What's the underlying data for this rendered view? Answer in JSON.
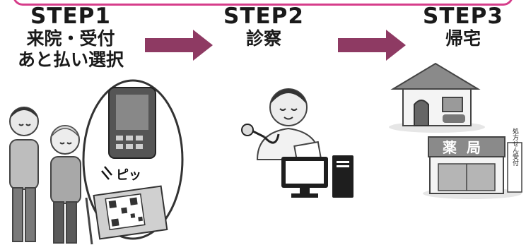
{
  "steps": [
    {
      "label": "STEP1",
      "lines": [
        "来院・受付",
        "あと払い選択"
      ]
    },
    {
      "label": "STEP2",
      "lines": [
        "診察"
      ]
    },
    {
      "label": "STEP3",
      "lines": [
        "帰宅"
      ]
    }
  ],
  "terminal": {
    "sound_text": "ピッ"
  },
  "pharmacy": {
    "sign": "薬局",
    "side_banner": "処方せん受付"
  },
  "colors": {
    "accent": "#8e3a63",
    "frame": "#d63d8a"
  }
}
